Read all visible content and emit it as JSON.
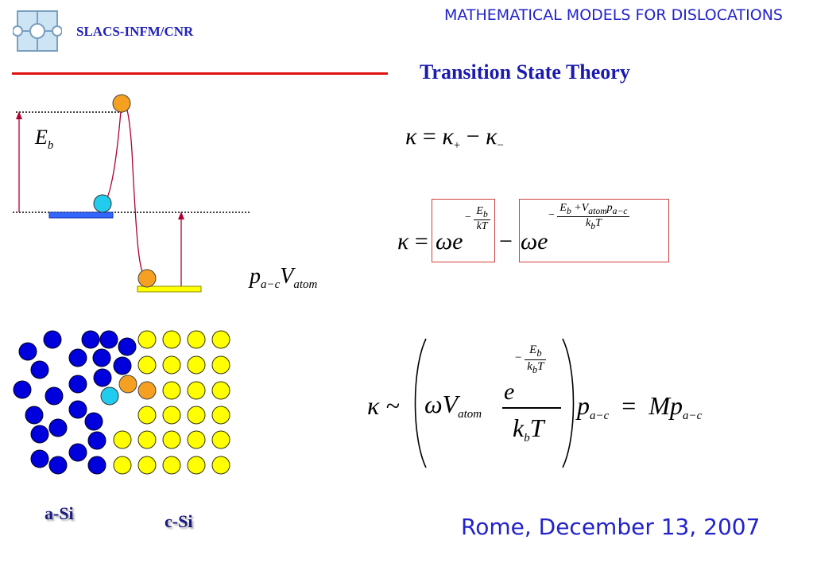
{
  "header": {
    "title": "MATHEMATICAL MODELS FOR DISLOCATIONS",
    "org": "SLACS-INFM/CNR"
  },
  "section_title": "Transition State Theory",
  "footer": "Rome, December 13, 2007",
  "diagram": {
    "barrier_label": "E",
    "barrier_label_sub": "b",
    "strain_label": {
      "p": "p",
      "p_sub": "a−c",
      "v": "V",
      "v_sub": "atom"
    },
    "label_asi": "a-Si",
    "label_csi": "c-Si"
  },
  "equations": {
    "eq1": {
      "lhs": "κ",
      "eq": "=",
      "k": "κ",
      "plus": "+",
      "minus_op": "−",
      "minus": "−"
    },
    "eq2": {
      "lhs": "κ",
      "eq": "=",
      "omega_e": "ωe",
      "minus": "−",
      "num1": "E",
      "num1_sub": "b",
      "den1": "kT",
      "num2": "E",
      "num2_sub1": "b",
      "plus": "+V",
      "num2_sub2": "atom",
      "p": "p",
      "num2_sub3": "a−c",
      "den2": "k",
      "den2_sub": "b",
      "den2_T": "T"
    },
    "eq3": {
      "lhs": "κ ~",
      "omega_v": "ωV",
      "v_sub": "atom",
      "e": "e",
      "exp_num": "E",
      "exp_num_sub": "b",
      "exp_den": "k",
      "exp_den_sub": "b",
      "exp_den_T": "T",
      "den": "k",
      "den_sub": "b",
      "den_T": "T",
      "p": "p",
      "p_sub": "a−c",
      "eq": "=",
      "rhs": "Mp",
      "rhs_sub": "a−c"
    }
  },
  "colors": {
    "blue_atom": "#0000dd",
    "yellow_atom": "#ffff00",
    "orange_atom": "#f5a020",
    "cyan_atom": "#22ccee",
    "accent_red": "#e01010"
  }
}
